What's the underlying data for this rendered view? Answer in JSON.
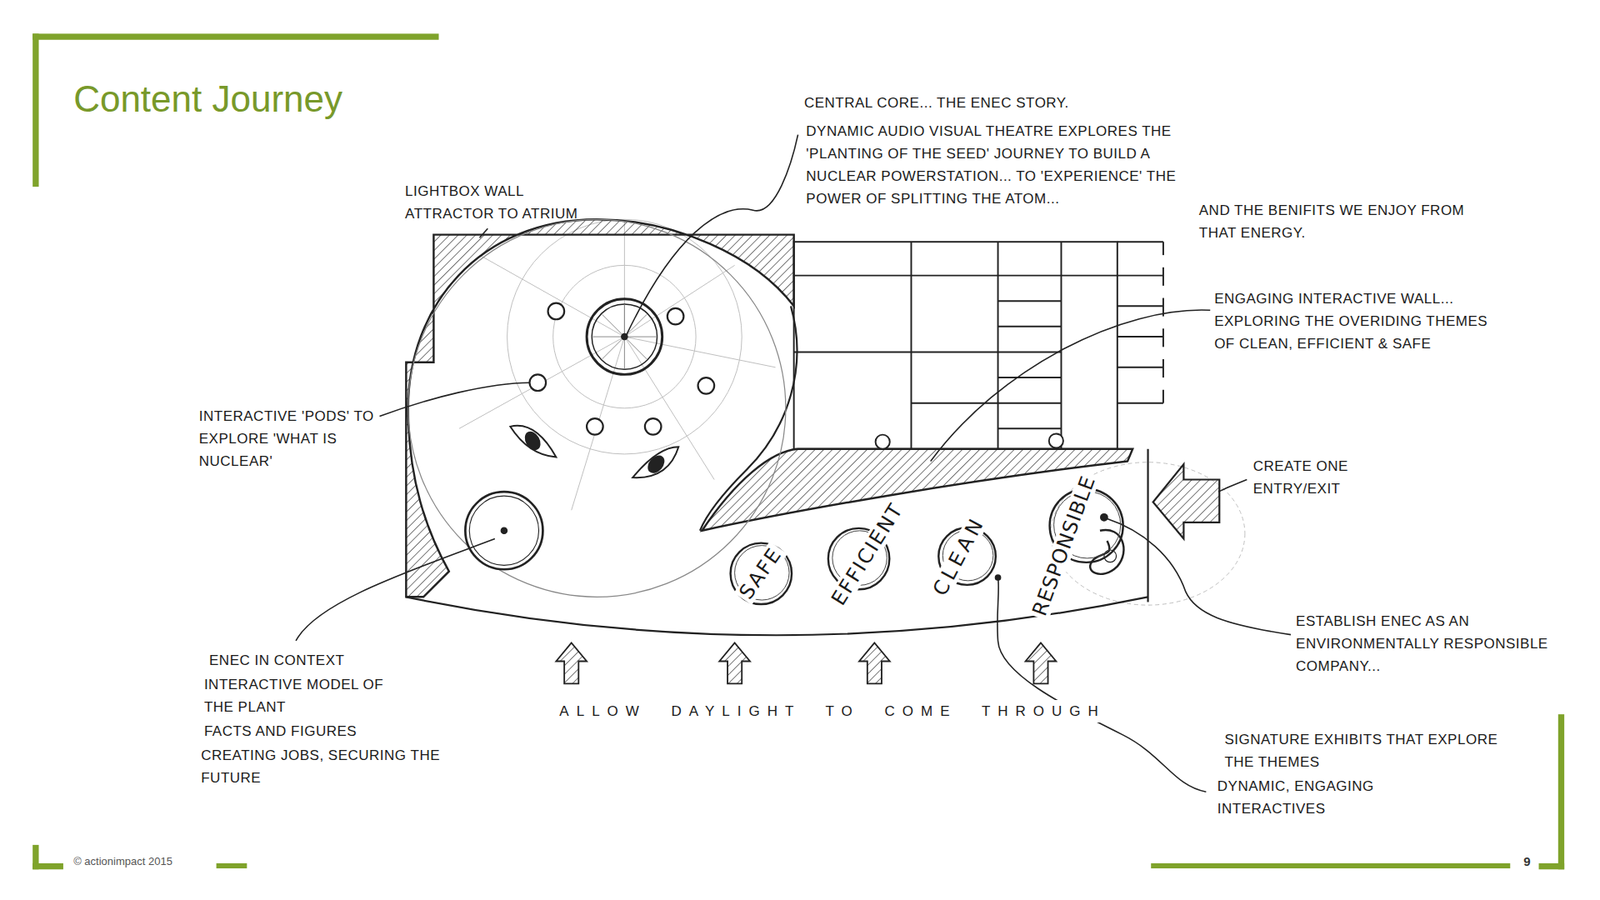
{
  "diagram": {
    "title": "Content Journey",
    "nodes": [
      {
        "text": [
          "SAFE"
        ]
      },
      {
        "text": [
          "EFFICIENT"
        ]
      },
      {
        "text": [
          "CLEAN"
        ]
      },
      {
        "text": [
          "RESPONSIBLE"
        ]
      }
    ],
    "labels": [
      "CENTRAL CORE... THE ENEC STORY.",
      "DYNAMIC AUDIO VISUAL THEATRE EXPLORES THE 'PLANTING OF THE SEED' JOURNEY TO BUILD A NUCLEAR POWERSTATION... TO 'EXPERIENCE' THE POWER OF SPLITTING THE ATOM...",
      "AND THE BENIFITS WE ENJOY FROM THAT ENERGY.",
      "LIGHTBOX WALL ATTRACTOR TO ATRIUM",
      "ENGAGING INTERACTIVE WALL... EXPLORING THE OVERIDING THEMES OF CLEAN, EFFICIENT & SAFE",
      "INTERACTIVE 'PODS' TO EXPLORE 'WHAT IS NUCLEAR'",
      "CREATE ONE ENTRY/EXIT",
      "ESTABLISH ENEC AS AN ENVIRONMENTALLY RESPONSIBLE COMPANY...",
      "ENEC IN CONTEXT",
      "INTERACTIVE MODEL OF THE PLANT",
      "FACTS AND FIGURES",
      "CREATING JOBS, SECURING THE FUTURE",
      "SIGNATURE EXHIBITS THAT EXPLORE THE THEMES",
      "DYNAMIC, ENGAGING INTERACTIVES",
      "ALLOW DAYLIGHT TO COME THROUGH",
      "© actionimpact 2015",
      "9"
    ]
  }
}
